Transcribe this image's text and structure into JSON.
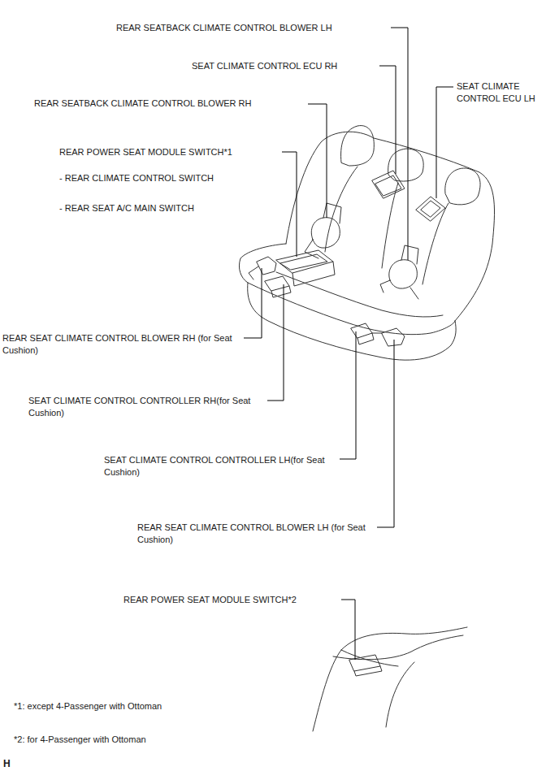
{
  "diagram": {
    "labels": [
      "REAR SEATBACK CLIMATE CONTROL BLOWER LH",
      "SEAT CLIMATE CONTROL ECU RH",
      "SEAT CLIMATE CONTROL ECU LH",
      "REAR SEATBACK CLIMATE CONTROL BLOWER RH",
      "REAR POWER SEAT MODULE SWITCH*1",
      "- REAR CLIMATE CONTROL SWITCH",
      "- REAR SEAT A/C MAIN SWITCH",
      "REAR SEAT CLIMATE CONTROL BLOWER RH (for Seat Cushion)",
      "SEAT CLIMATE CONTROL CONTROLLER RH(for Seat Cushion)",
      "SEAT CLIMATE CONTROL CONTROLLER LH(for Seat Cushion)",
      "REAR SEAT CLIMATE CONTROL BLOWER LH (for Seat Cushion)",
      "REAR POWER SEAT MODULE SWITCH*2",
      "*1: except 4-Passenger with Ottoman",
      "*2: for 4-Passenger with Ottoman",
      "H"
    ]
  }
}
